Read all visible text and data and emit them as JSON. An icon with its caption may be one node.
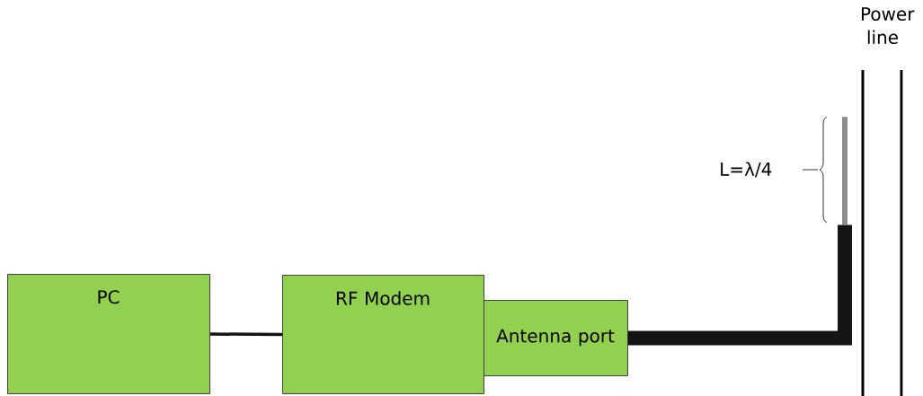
{
  "diagram": {
    "nodes": [
      {
        "text": [
          "PC"
        ]
      },
      {
        "text": [
          "RF Modem"
        ]
      },
      {
        "text": [
          "Antenna port"
        ]
      },
      {
        "text": [],
        "shape": "bar"
      }
    ],
    "edges": [
      {
        "from": 0,
        "to": 1,
        "arrow": "none"
      },
      {
        "from": 2,
        "to": 3,
        "arrow": "none",
        "style": "thick"
      }
    ],
    "labels": [
      "Power line",
      "L=λ/4"
    ]
  }
}
